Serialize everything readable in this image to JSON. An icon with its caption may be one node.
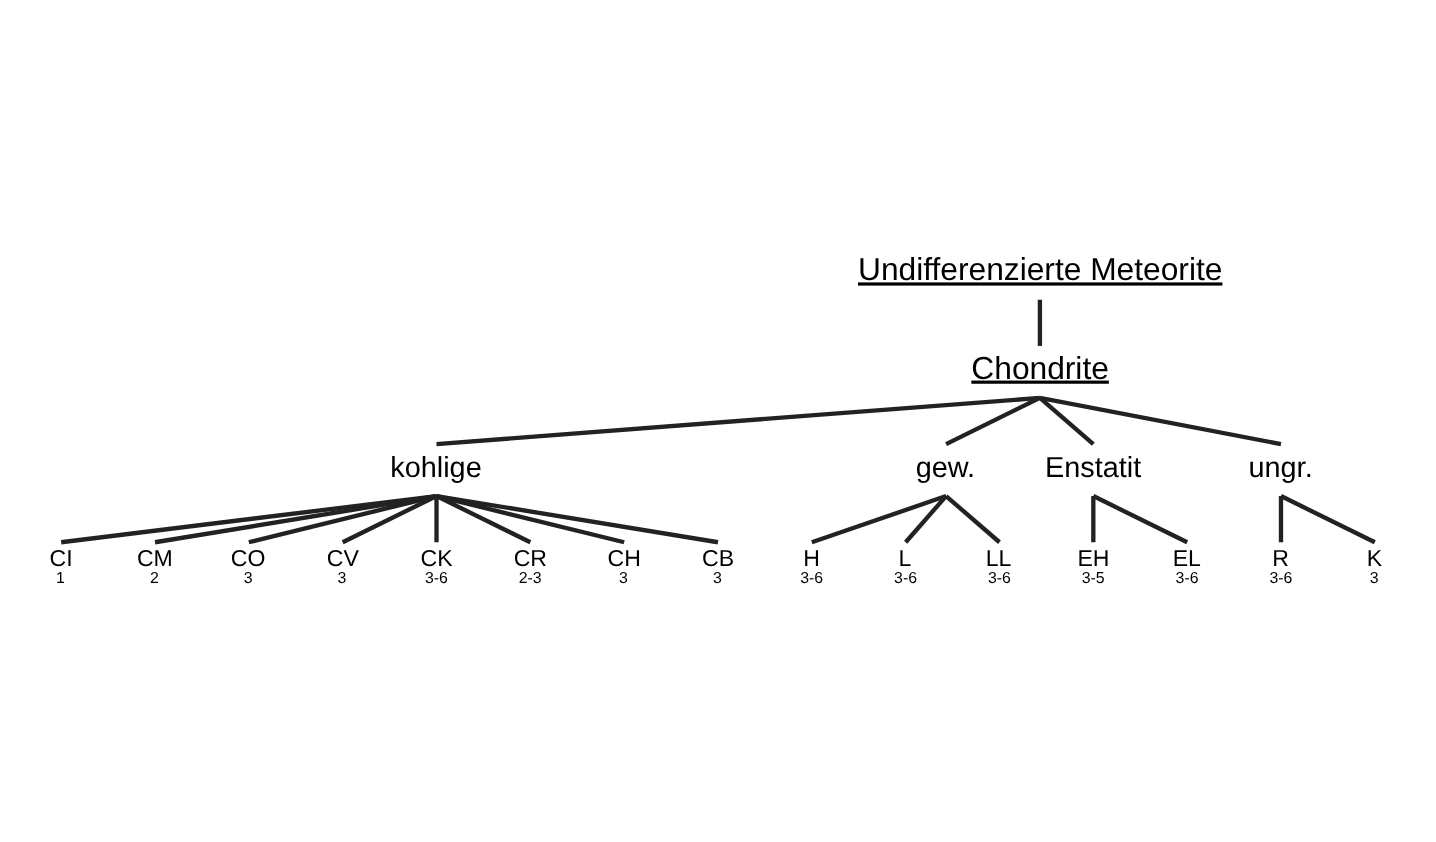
{
  "diagram": {
    "nodes": [
      {
        "text": [
          "Undifferenzierte Meteorite"
        ]
      },
      {
        "text": [
          "Chondrite"
        ]
      },
      {
        "text": [
          "kohlige"
        ]
      },
      {
        "text": [
          "gew."
        ]
      },
      {
        "text": [
          "Enstatit"
        ]
      },
      {
        "text": [
          "ungr."
        ]
      },
      {
        "text": [
          "CI",
          "1"
        ]
      },
      {
        "text": [
          "CM",
          "2"
        ]
      },
      {
        "text": [
          "CO",
          "3"
        ]
      },
      {
        "text": [
          "CV",
          "3"
        ]
      },
      {
        "text": [
          "CK",
          "3-6"
        ]
      },
      {
        "text": [
          "CR",
          "2-3"
        ]
      },
      {
        "text": [
          "CH",
          "3"
        ]
      },
      {
        "text": [
          "CB",
          "3"
        ]
      },
      {
        "text": [
          "H",
          "3-6"
        ]
      },
      {
        "text": [
          "L",
          "3-6"
        ]
      },
      {
        "text": [
          "LL",
          "3-6"
        ]
      },
      {
        "text": [
          "EH",
          "3-5"
        ]
      },
      {
        "text": [
          "EL",
          "3-6"
        ]
      },
      {
        "text": [
          "R",
          "3-6"
        ]
      },
      {
        "text": [
          "K",
          "3"
        ]
      }
    ],
    "edges": [
      {
        "from": 0,
        "to": 1,
        "arrow": "none"
      },
      {
        "from": 1,
        "to": 2,
        "arrow": "none"
      },
      {
        "from": 1,
        "to": 3,
        "arrow": "none"
      },
      {
        "from": 1,
        "to": 4,
        "arrow": "none"
      },
      {
        "from": 1,
        "to": 5,
        "arrow": "none"
      },
      {
        "from": 2,
        "to": 6,
        "arrow": "none"
      },
      {
        "from": 2,
        "to": 7,
        "arrow": "none"
      },
      {
        "from": 2,
        "to": 8,
        "arrow": "none"
      },
      {
        "from": 2,
        "to": 9,
        "arrow": "none"
      },
      {
        "from": 2,
        "to": 10,
        "arrow": "none"
      },
      {
        "from": 2,
        "to": 11,
        "arrow": "none"
      },
      {
        "from": 2,
        "to": 12,
        "arrow": "none"
      },
      {
        "from": 2,
        "to": 13,
        "arrow": "none"
      },
      {
        "from": 3,
        "to": 14,
        "arrow": "none"
      },
      {
        "from": 3,
        "to": 15,
        "arrow": "none"
      },
      {
        "from": 3,
        "to": 16,
        "arrow": "none"
      },
      {
        "from": 4,
        "to": 17,
        "arrow": "none"
      },
      {
        "from": 4,
        "to": 18,
        "arrow": "none"
      },
      {
        "from": 5,
        "to": 19,
        "arrow": "none"
      },
      {
        "from": 5,
        "to": 20,
        "arrow": "none"
      }
    ]
  }
}
